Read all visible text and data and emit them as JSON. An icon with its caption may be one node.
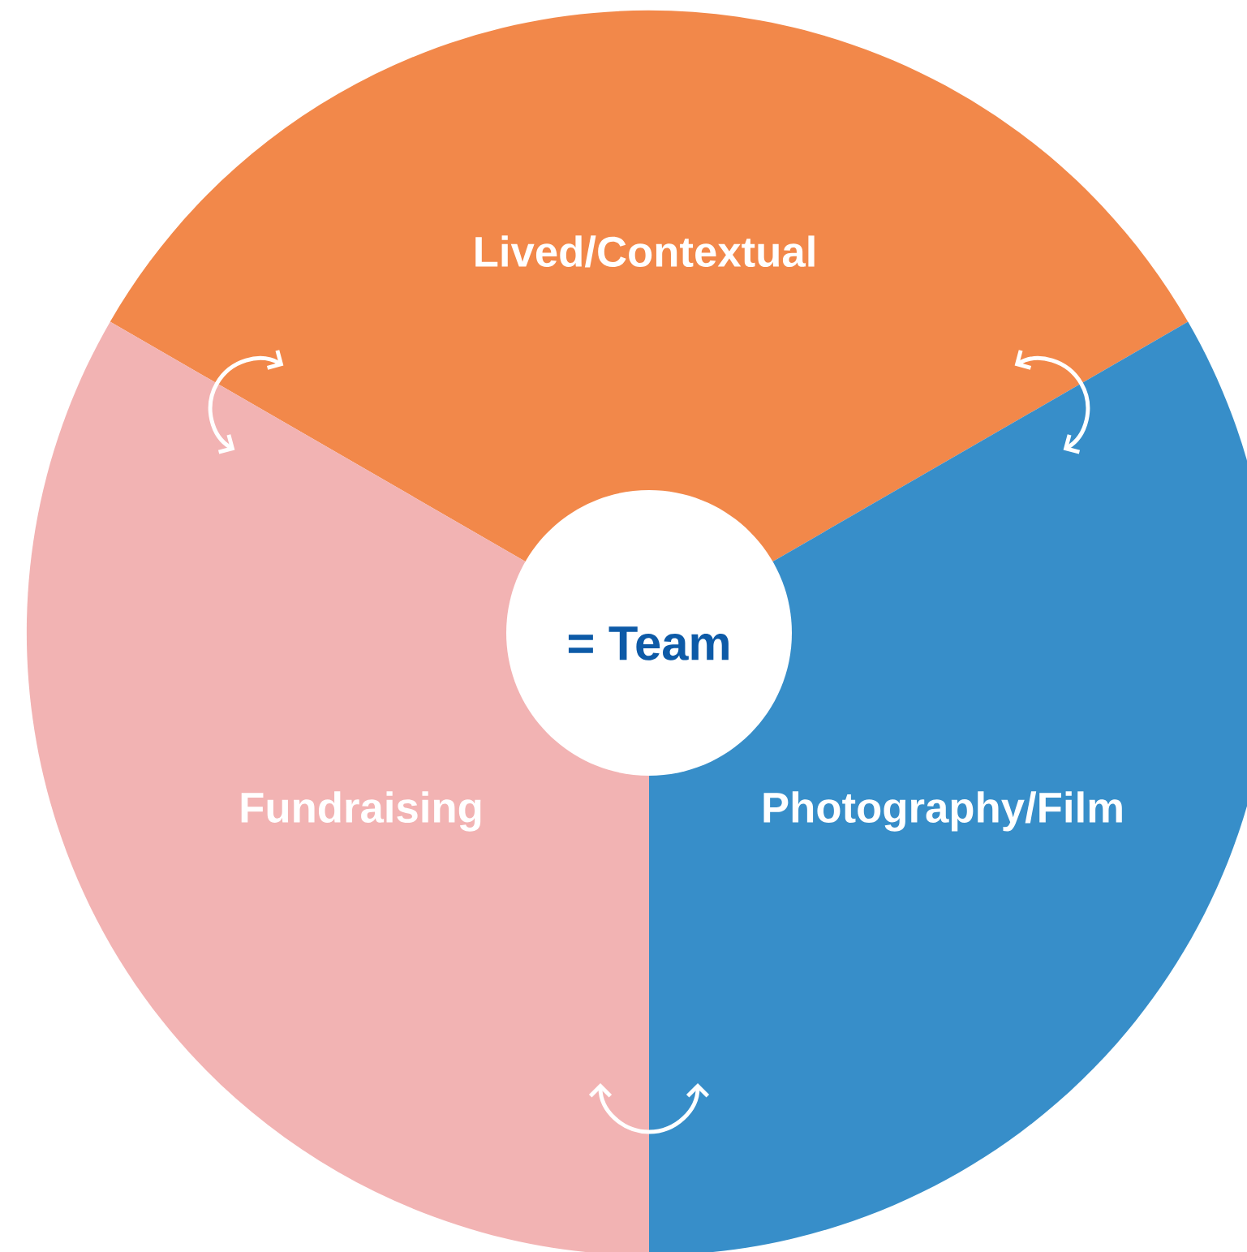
{
  "diagram": {
    "nodes": [
      {
        "text": [
          "Lived/Contextual"
        ]
      },
      {
        "text": [
          "Fundraising"
        ]
      },
      {
        "text": [
          "Photography/Film"
        ]
      },
      {
        "text": [
          "= Team"
        ]
      }
    ],
    "edges": [
      {
        "from": 0,
        "to": 1,
        "arrow": "both"
      },
      {
        "from": 1,
        "to": 2,
        "arrow": "both"
      },
      {
        "from": 0,
        "to": 2,
        "arrow": "both"
      }
    ]
  }
}
